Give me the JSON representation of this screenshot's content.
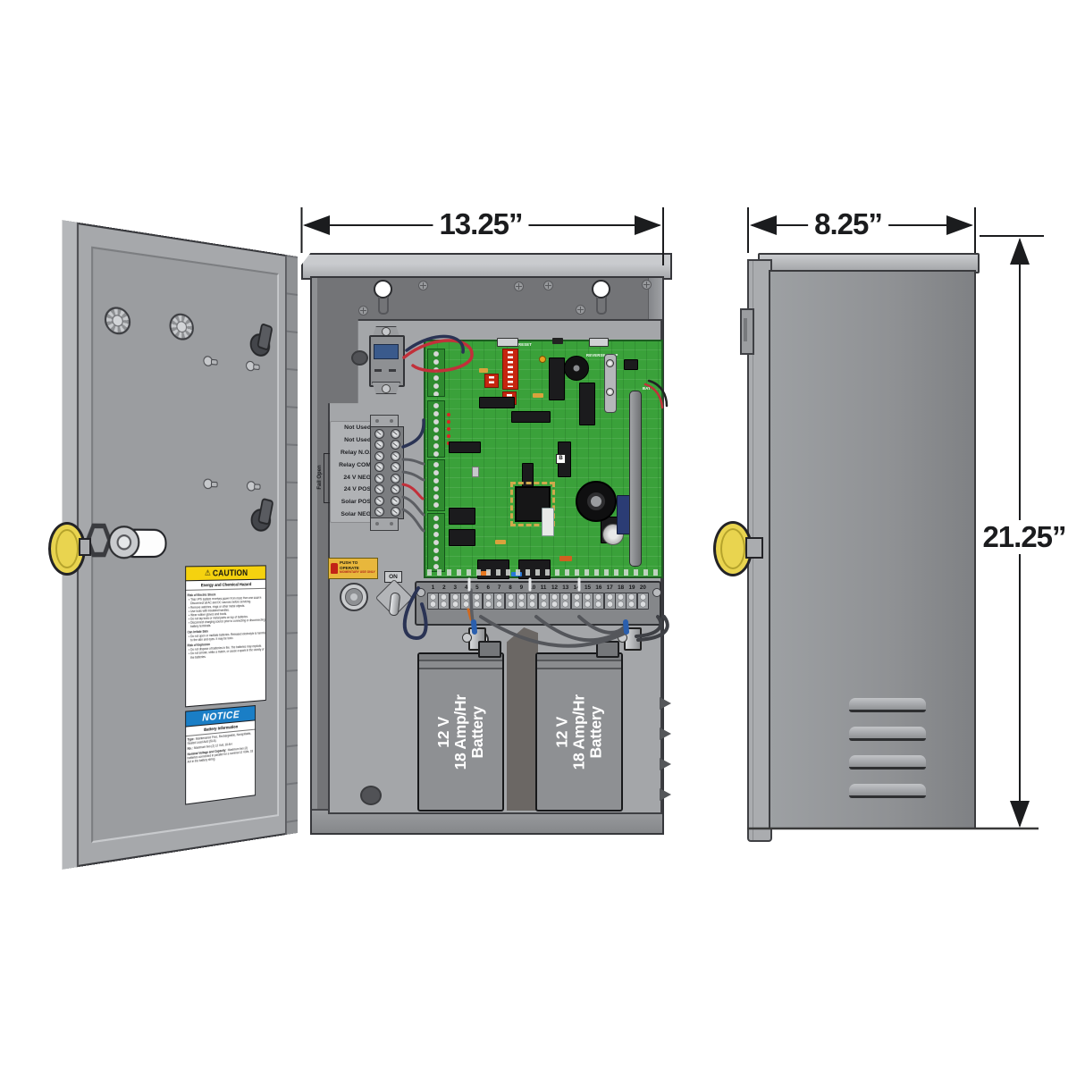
{
  "dimensions": {
    "front_width": "13.25”",
    "side_width": "8.25”",
    "height": "21.25”"
  },
  "door": {
    "caution": {
      "icon": "⚠",
      "header": "CAUTION",
      "subheader": "Energy and Chemical Hazard",
      "sections": [
        {
          "title": "Risk of Electric Shock",
          "bullets": [
            "This UPS system receives power from more than one source. Disconnect all AC and DC sources before servicing.",
            "Remove watches, rings or other metal objects.",
            "Use tools with insulated handles.",
            "Wear rubber gloves and boots.",
            "Do not lay tools or metal parts on top of batteries.",
            "Disconnect charging source prior to connecting or disconnecting battery terminals."
          ]
        },
        {
          "title": "Can Irritate Skin",
          "bullets": [
            "Do not open or mutilate batteries. Released electrolyte is harmful to the skin and eyes. It may be toxic."
          ]
        },
        {
          "title": "Risk of Explosion",
          "bullets": [
            "Do not dispose of batteries in fire. The batteries may explode.",
            "Do not smoke, strike a match, or cause a spark in the vicinity of the batteries."
          ]
        }
      ]
    },
    "notice": {
      "header": "NOTICE",
      "subheader": "Battery Information",
      "rows": [
        {
          "k": "Type:",
          "v": "Maintenance Free, Rechargeable, Nonspillable, Sealed Lead Acid (SLA)."
        },
        {
          "k": "No.:",
          "v": "Maximum two (2) 12 Volt, 18 AH"
        },
        {
          "k": "Nominal Voltage and Capacity:",
          "v": "Maximum two (2) batteries connected in parallel for a nominal 12 Volts, 18 AH in the battery string."
        }
      ]
    }
  },
  "cabinet": {
    "relay_terminal": {
      "labels": [
        "Not Used",
        "Not Used",
        "Relay N.O.",
        "Relay COM",
        "24 V NEG",
        "24 V POS",
        "Solar POS",
        "Solar NEG"
      ],
      "bracket_label": "Fail Open"
    },
    "controls": {
      "push_label": "PUSH TO OPERATE",
      "push_sublabel": "MOMENTARY USE ONLY",
      "toggle_label": "ON"
    },
    "pcb": {
      "labels": {
        "reset": "RESET",
        "reverse_loop": "REVERSE LOOP",
        "bat": "BAT",
        "b": "B"
      }
    },
    "terminal_numbers": [
      "1",
      "2",
      "3",
      "4",
      "5",
      "6",
      "7",
      "8",
      "9",
      "10",
      "11",
      "12",
      "13",
      "14",
      "15",
      "16",
      "17",
      "18",
      "19",
      "20"
    ],
    "battery_label_lines": [
      "12 V",
      "18 Amp/Hr",
      "Battery"
    ]
  },
  "colors": {
    "pcb_green": "#3aa13a",
    "caution_yellow": "#f5d20f",
    "notice_blue": "#1a7ec6",
    "key_yellow": "#e9d44f",
    "dip_red": "#c6250f",
    "battery_gray": "#8e9093"
  }
}
